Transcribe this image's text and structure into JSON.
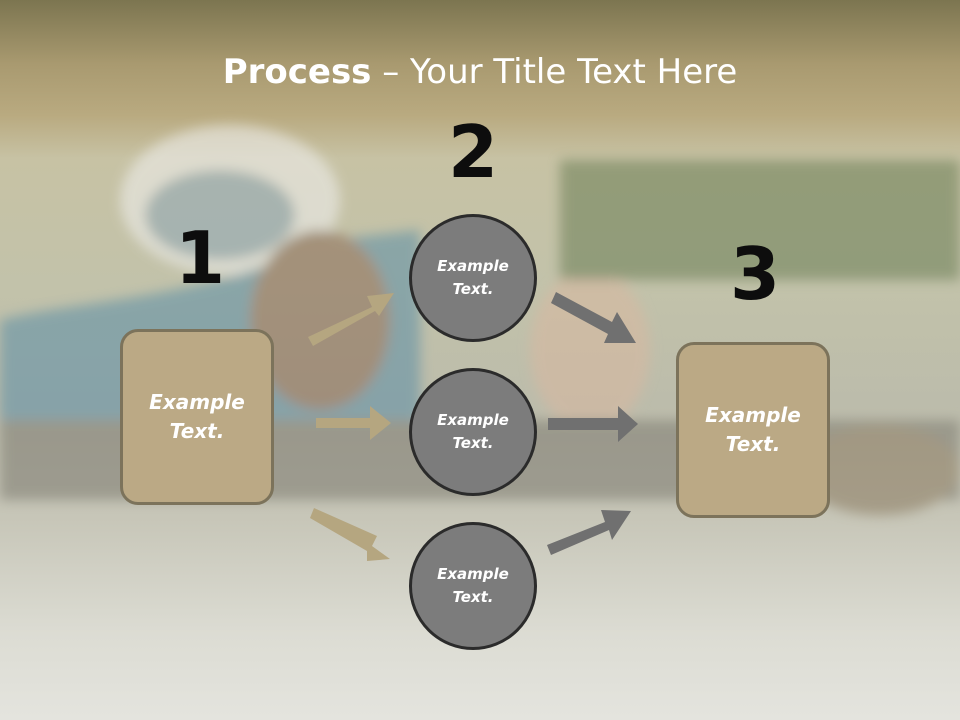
{
  "slide": {
    "title_bold": "Process",
    "title_rest": " – Your Title Text Here",
    "numbers": [
      "1",
      "2",
      "3"
    ],
    "box_left_text": "Example\nText.",
    "box_right_text": "Example\nText.",
    "circles": [
      "Example\nText.",
      "Example\nText.",
      "Example\nText."
    ]
  },
  "colors": {
    "box_fill": "#bba985",
    "box_border": "#7c735b",
    "circle_fill": "#7c7c7c",
    "circle_border": "#2b2b2b",
    "arrow_left": "#b5a680",
    "arrow_right": "#707070"
  }
}
